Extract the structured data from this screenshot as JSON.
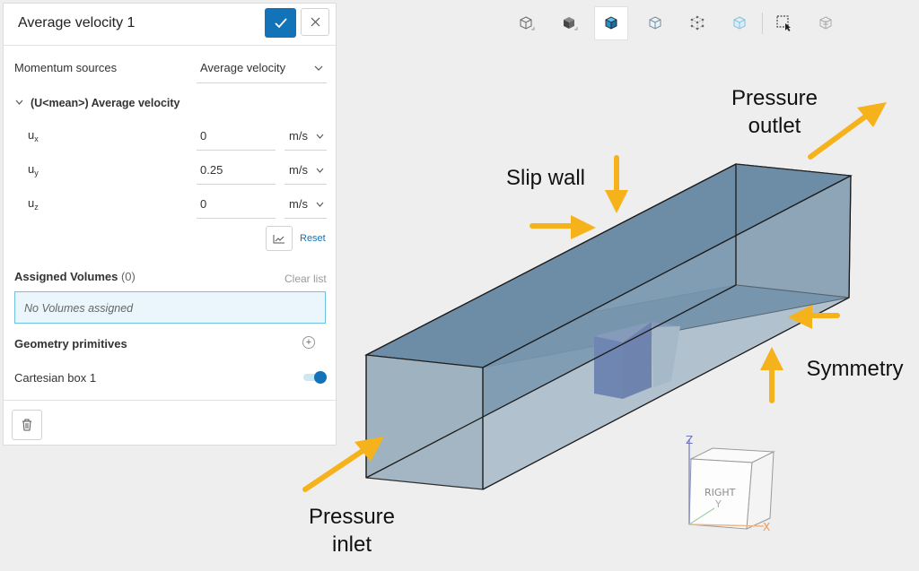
{
  "panel": {
    "title": "Average velocity 1",
    "momentum_label": "Momentum sources",
    "momentum_value": "Average velocity",
    "section_title": "(U<mean>) Average velocity",
    "fields": [
      {
        "base": "u",
        "sub": "x",
        "value": "0",
        "unit": "m/s"
      },
      {
        "base": "u",
        "sub": "y",
        "value": "0.25",
        "unit": "m/s"
      },
      {
        "base": "u",
        "sub": "z",
        "value": "0",
        "unit": "m/s"
      }
    ],
    "reset_label": "Reset",
    "assigned_label": "Assigned Volumes",
    "assigned_count": "(0)",
    "clear_label": "Clear list",
    "no_volumes": "No Volumes assigned",
    "primitives_label": "Geometry primitives",
    "primitive_item": "Cartesian box 1",
    "primitive_enabled": true
  },
  "toolbar": {
    "icons": [
      "cube-outline-icon",
      "cube-solid-icon",
      "cube-shaded-icon",
      "cube-wire-icon",
      "cube-points-icon",
      "cube-transparent-icon",
      "box-select-icon",
      "hidden-parts-icon"
    ]
  },
  "annotations": {
    "pressure_outlet": "Pressure\noutlet",
    "slip_wall": "Slip wall",
    "symmetry": "Symmetry",
    "pressure_inlet": "Pressure\ninlet"
  },
  "viewcube": {
    "face_label": "RIGHT",
    "axis_x": "X",
    "axis_y": "Y",
    "axis_z": "Z"
  },
  "colors": {
    "accent": "#1273b8",
    "arrow": "#f5b21b",
    "box_face": "#6f8fa8"
  }
}
